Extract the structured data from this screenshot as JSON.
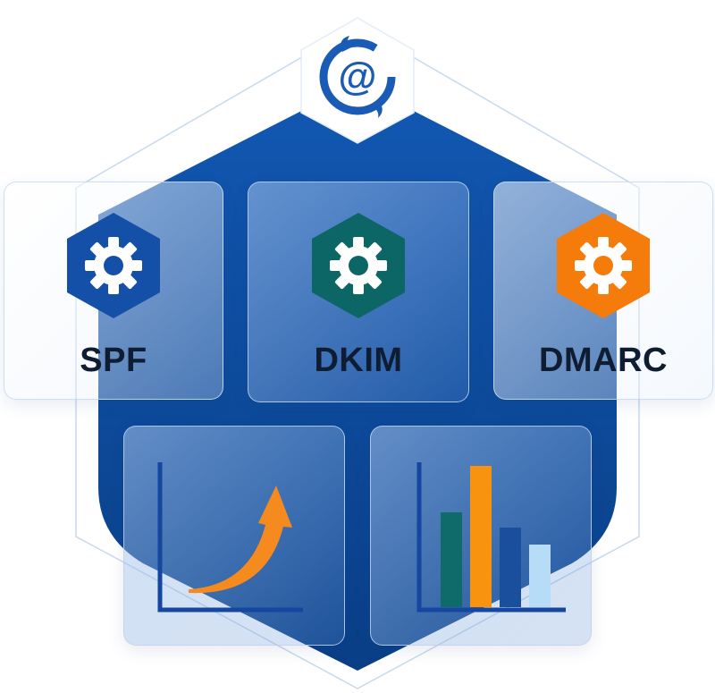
{
  "logo": {
    "icon": "at-sign-dragon-logo-icon"
  },
  "cards": [
    {
      "label": "SPF",
      "icon": "gear-icon",
      "badge_color": "#1550a8"
    },
    {
      "label": "DKIM",
      "icon": "gear-icon",
      "badge_color": "#0d6666"
    },
    {
      "label": "DMARC",
      "icon": "gear-icon",
      "badge_color": "#f57c0a"
    }
  ],
  "charts": [
    {
      "icon": "trend-up-arrow-chart-icon",
      "arrow_color": "#f58a1f"
    },
    {
      "icon": "bar-chart-icon",
      "bar_colors": [
        "#0f6a6a",
        "#f7930f",
        "#1a4f9e",
        "#b7dcf7"
      ]
    }
  ],
  "colors": {
    "shield": "#0d4fa3",
    "shield_dark": "#0a3f86",
    "outline": "#c8d9ef",
    "text": "#0f1d33"
  }
}
